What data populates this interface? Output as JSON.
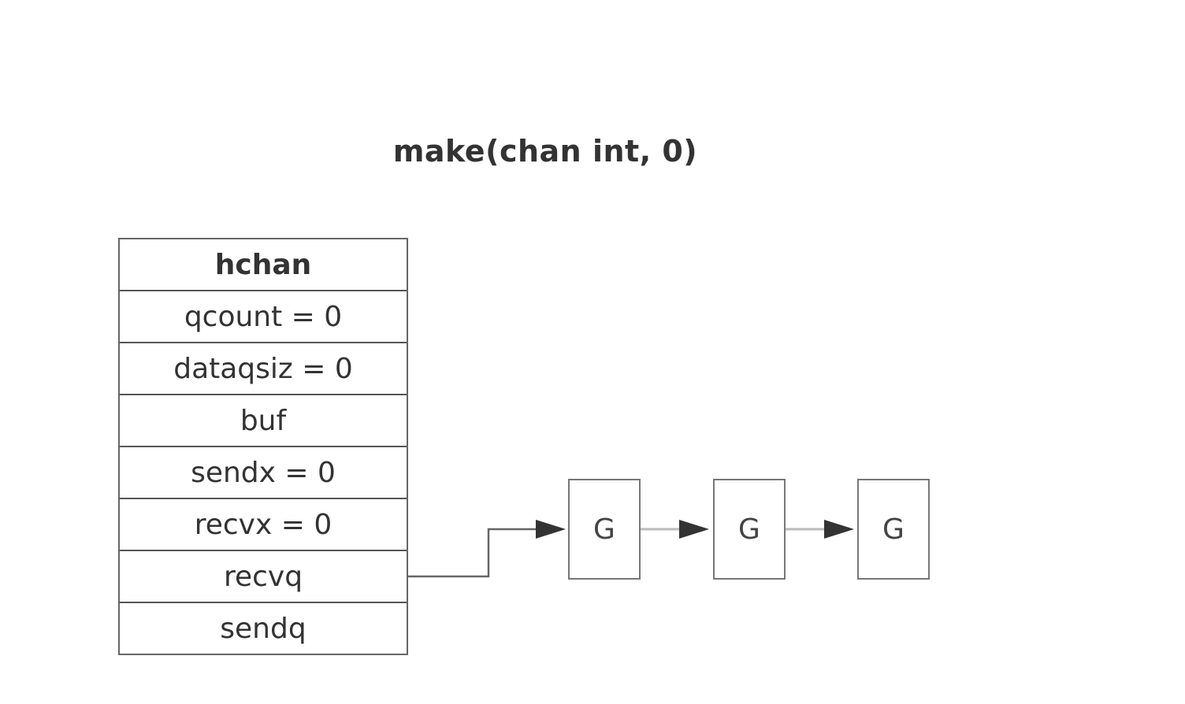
{
  "title": "make(chan int, 0)",
  "hchan": {
    "header": "hchan",
    "fields": [
      "qcount = 0",
      "dataqsiz = 0",
      "buf",
      "sendx = 0",
      "recvx = 0",
      "recvq",
      "sendq"
    ]
  },
  "queue": {
    "nodes": [
      "G",
      "G",
      "G"
    ]
  },
  "colors": {
    "text": "#333333",
    "border": "#555555",
    "arrow": "#333333",
    "line_light": "#bbbbbb"
  }
}
